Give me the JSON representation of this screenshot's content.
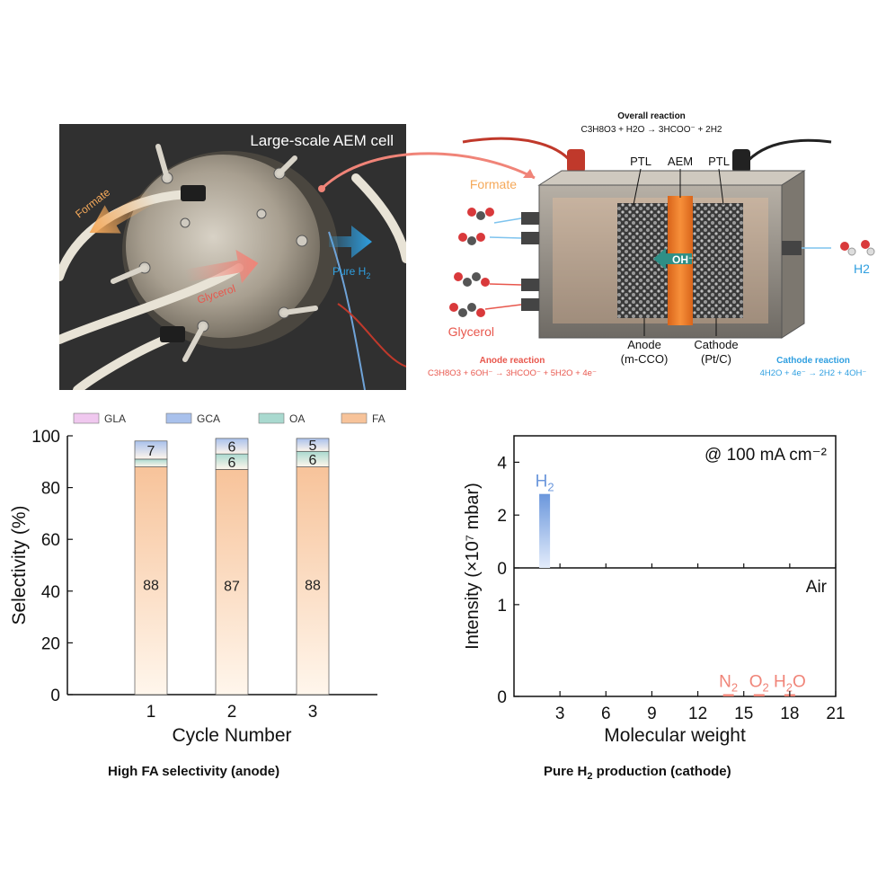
{
  "photo": {
    "title": "Large-scale AEM cell",
    "arrow_formate": "Formate",
    "arrow_glycerol": "Glycerol",
    "arrow_h2": "Pure H",
    "arrow_h2_sub": "2"
  },
  "schematic": {
    "overall_title": "Overall reaction",
    "overall_eq": "C3H8O3 + H2O → 3HCOO⁻ + 2H2",
    "ptl_left": "PTL",
    "aem": "AEM",
    "ptl_right": "PTL",
    "formate": "Formate",
    "glycerol": "Glycerol",
    "oh": "OH⁻",
    "h2": "H2",
    "anode": "Anode",
    "anode_cat": "(m-CCO)",
    "cathode": "Cathode",
    "cathode_cat": "(Pt/C)",
    "anode_rxn_title": "Anode reaction",
    "anode_rxn_eq": "C3H8O3 + 6OH⁻ → 3HCOO⁻ + 5H2O + 4e⁻",
    "cathode_rxn_title": "Cathode reaction",
    "cathode_rxn_eq": "4H2O + 4e⁻ → 2H2 + 4OH⁻"
  },
  "captions": {
    "left": "High FA selectivity (anode)",
    "right_pre": "Pure H",
    "right_sub": "2",
    "right_post": " production (cathode)"
  },
  "colors": {
    "FA": "#f7c39a",
    "OA": "#a9d9cf",
    "GCA": "#a9c1ec",
    "GLA": "#f0c8ef",
    "H2": "#6b97dc",
    "air": "#f08478",
    "redText": "#e8574d",
    "blueText": "#2f9fe0",
    "orangeText": "#f5a95a"
  },
  "chart_data": [
    {
      "type": "bar",
      "stacked": true,
      "categories": [
        "1",
        "2",
        "3"
      ],
      "series": [
        {
          "name": "FA",
          "values": [
            88,
            87,
            88
          ]
        },
        {
          "name": "OA",
          "values": [
            3,
            6,
            6
          ]
        },
        {
          "name": "GCA",
          "values": [
            7,
            6,
            5
          ]
        },
        {
          "name": "GLA",
          "values": [
            0,
            0,
            0
          ]
        }
      ],
      "data_labels": {
        "FA": [
          "88",
          "87",
          "88"
        ],
        "OA": [
          "",
          "6",
          "6"
        ],
        "GCA": [
          "7",
          "6",
          "5"
        ]
      },
      "legend": [
        "GLA",
        "GCA",
        "OA",
        "FA"
      ],
      "legend_position": "top",
      "xlabel": "Cycle Number",
      "ylabel": "Selectivity (%)",
      "ylim": [
        0,
        100
      ],
      "yticks": [
        0,
        20,
        40,
        60,
        80,
        100
      ]
    },
    {
      "type": "bar",
      "panels": [
        {
          "annotation": "@ 100 mA cm⁻²",
          "ylim": [
            0,
            5
          ],
          "yticks": [
            0,
            2,
            4
          ],
          "bars": [
            {
              "x": 2,
              "value": 2.8,
              "label": "H2"
            }
          ]
        },
        {
          "annotation": "Air",
          "ylim": [
            0,
            1.4
          ],
          "yticks": [
            0,
            1
          ],
          "bars": [
            {
              "x": 14,
              "value": 0.02,
              "label": "N2"
            },
            {
              "x": 16,
              "value": 0.01,
              "label": "O2"
            },
            {
              "x": 18,
              "value": 0.015,
              "label": "H2O"
            }
          ]
        }
      ],
      "xlabel": "Molecular weight",
      "ylabel": "Intensity (×10⁷ mbar)",
      "xlim": [
        0,
        21
      ],
      "xticks": [
        3,
        6,
        9,
        12,
        15,
        18,
        21
      ]
    }
  ]
}
